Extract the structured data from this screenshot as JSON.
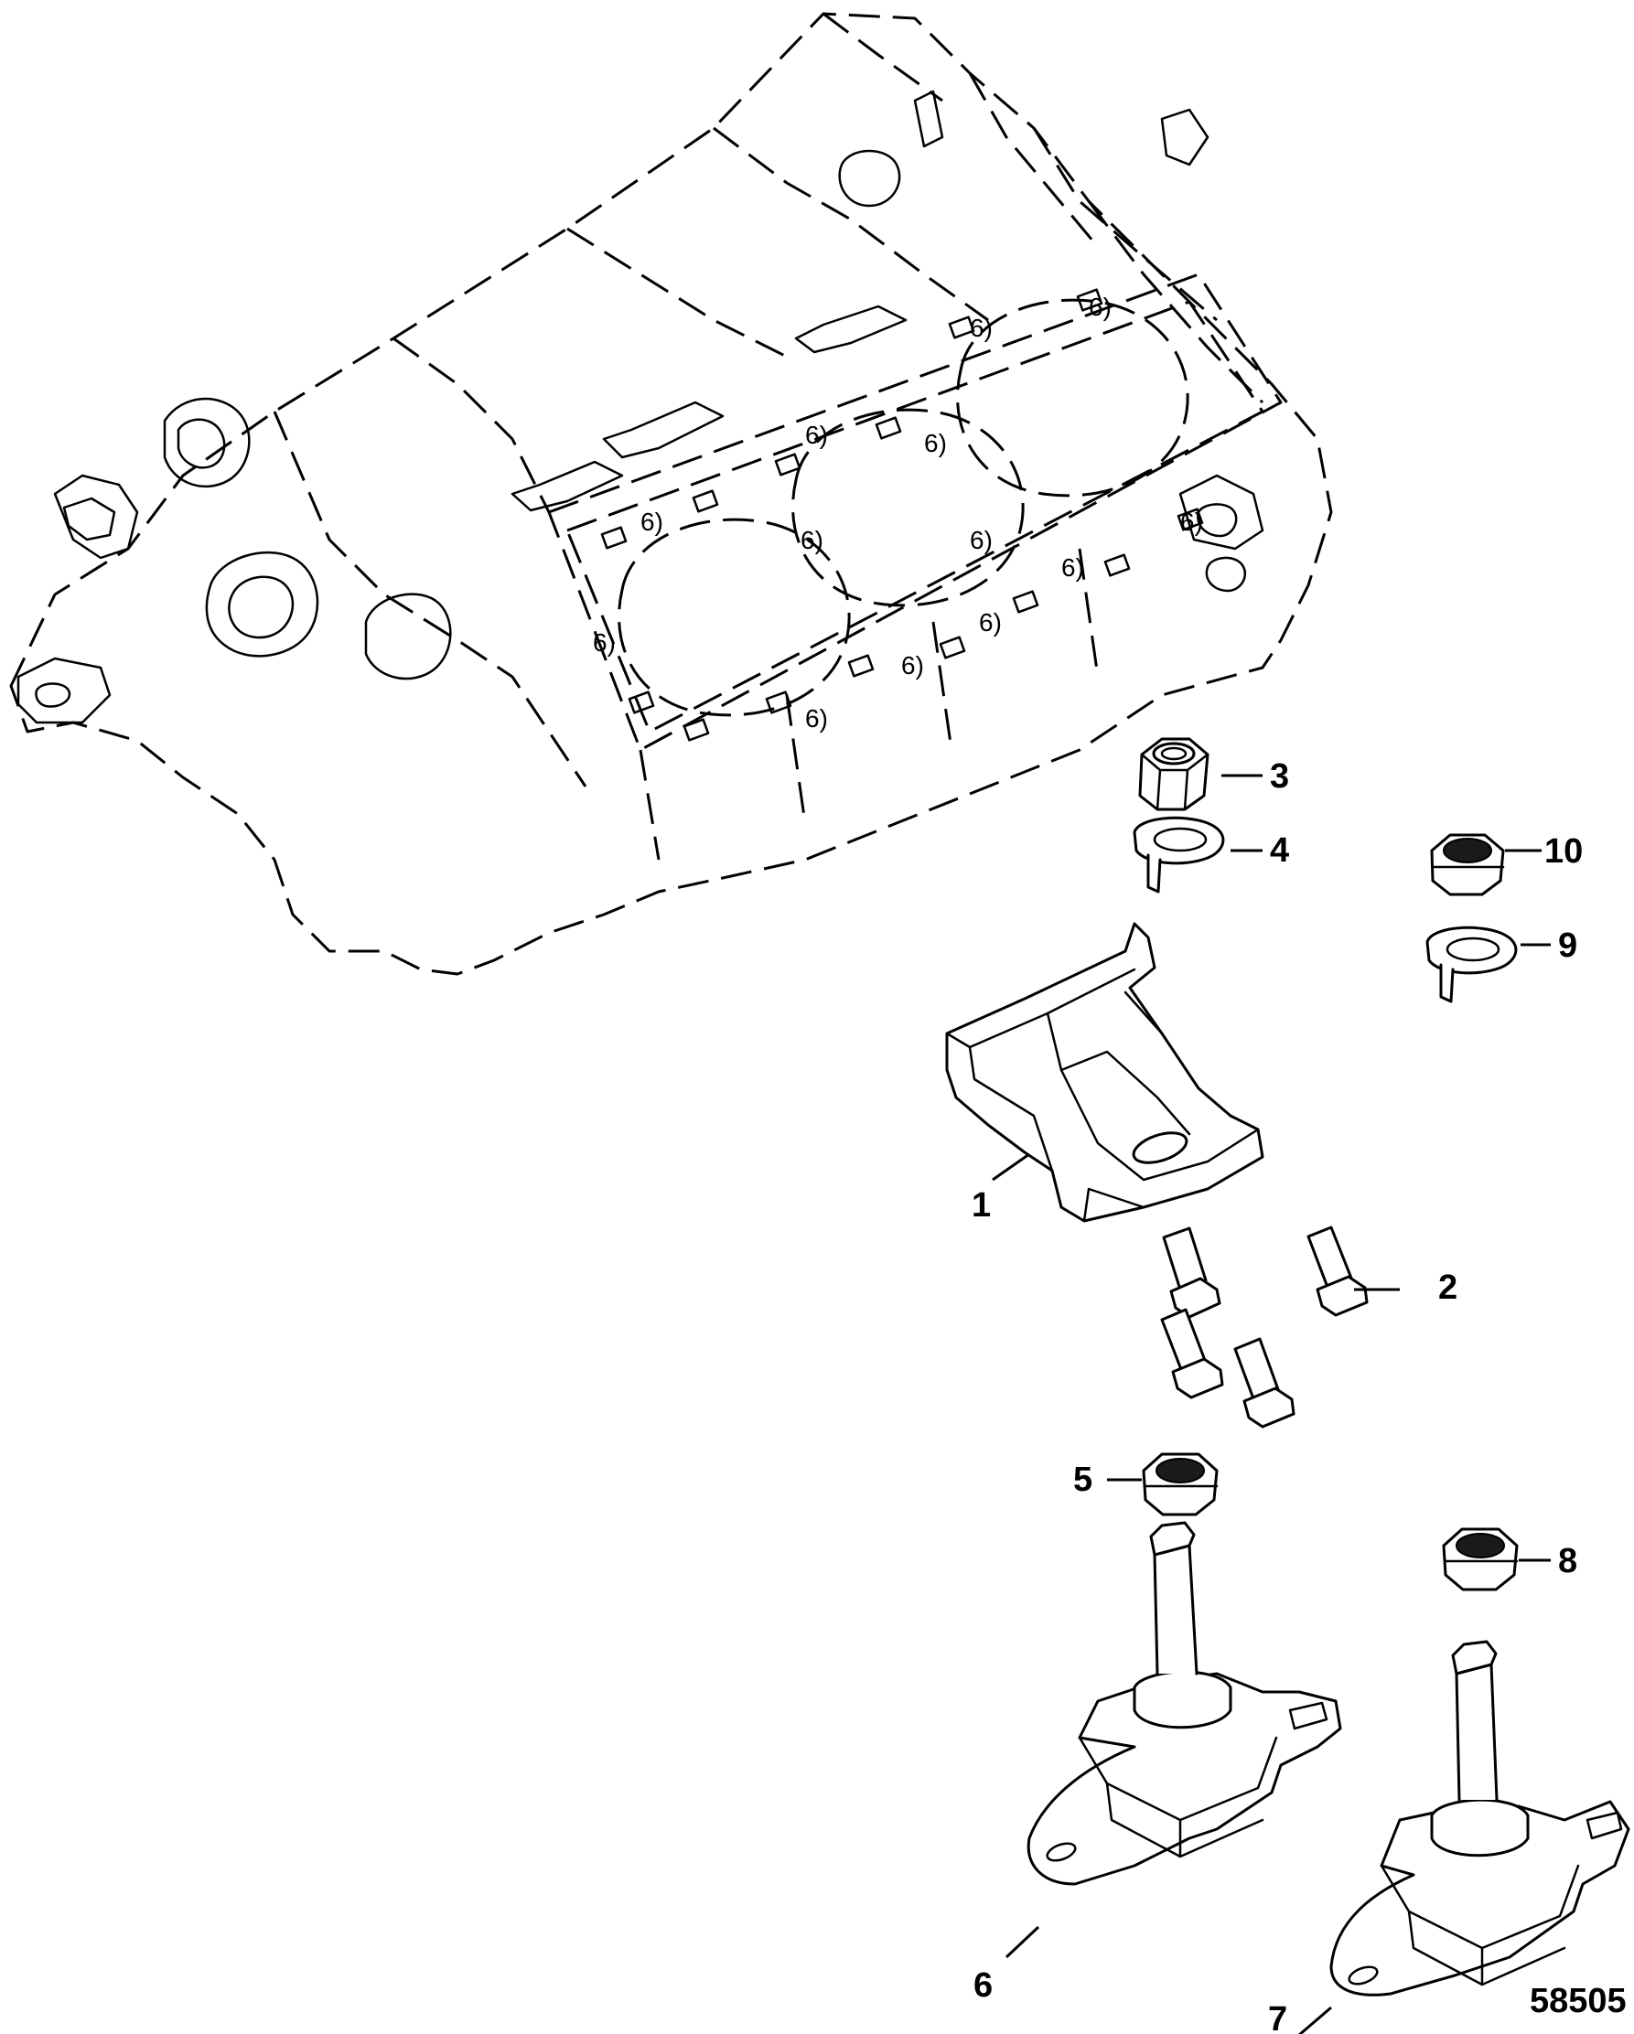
{
  "figure_number": "58505",
  "callouts": [
    {
      "id": "1",
      "label": "1"
    },
    {
      "id": "2",
      "label": "2"
    },
    {
      "id": "3",
      "label": "3"
    },
    {
      "id": "4",
      "label": "4"
    },
    {
      "id": "5",
      "label": "5"
    },
    {
      "id": "6",
      "label": "6"
    },
    {
      "id": "7",
      "label": "7"
    },
    {
      "id": "8",
      "label": "8"
    },
    {
      "id": "9",
      "label": "9"
    },
    {
      "id": "10",
      "label": "10"
    }
  ],
  "block_marks": {
    "bore_marking": "6)"
  },
  "colors": {
    "line": "#000000",
    "background": "#ffffff"
  }
}
